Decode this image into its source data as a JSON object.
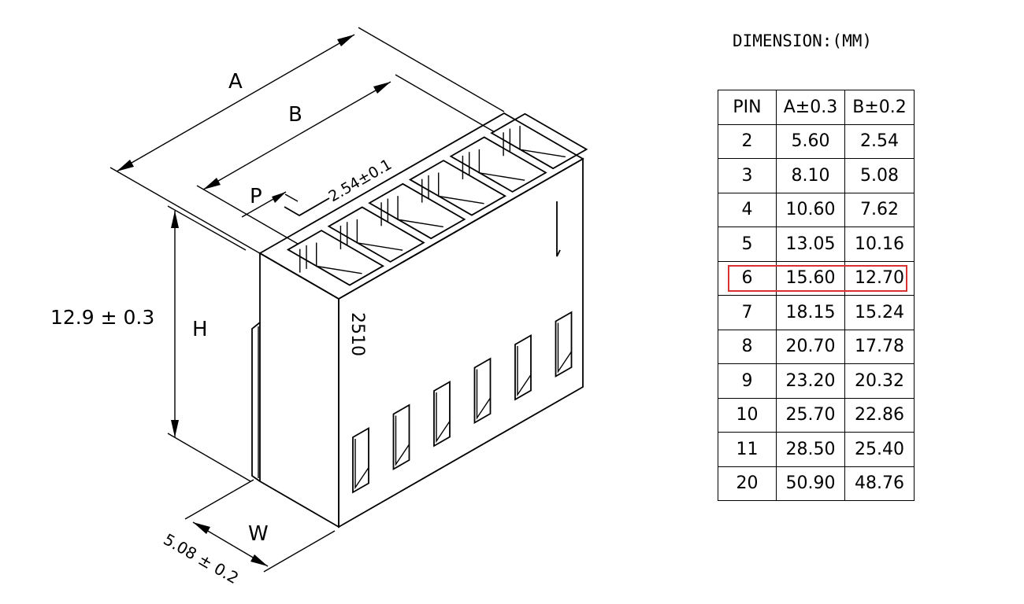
{
  "drawing": {
    "label_a": "A",
    "label_b": "B",
    "label_p": "P",
    "label_h": "H",
    "label_w": "W",
    "pitch": "2.54±0.1",
    "height_dim": "12.9 ± 0.3",
    "width_dim": "5.08 ± 0.2",
    "part_number": "2510"
  },
  "table": {
    "title": "DIMENSION:(MM)",
    "headers": [
      "PIN",
      "A±0.3",
      "B±0.2"
    ],
    "rows": [
      [
        "2",
        "5.60",
        "2.54"
      ],
      [
        "3",
        "8.10",
        "5.08"
      ],
      [
        "4",
        "10.60",
        "7.62"
      ],
      [
        "5",
        "13.05",
        "10.16"
      ],
      [
        "6",
        "15.60",
        "12.70"
      ],
      [
        "7",
        "18.15",
        "15.24"
      ],
      [
        "8",
        "20.70",
        "17.78"
      ],
      [
        "9",
        "23.20",
        "20.32"
      ],
      [
        "10",
        "25.70",
        "22.86"
      ],
      [
        "11",
        "28.50",
        "25.40"
      ],
      [
        "20",
        "50.90",
        "48.76"
      ]
    ],
    "highlight_color": "#d93030"
  }
}
